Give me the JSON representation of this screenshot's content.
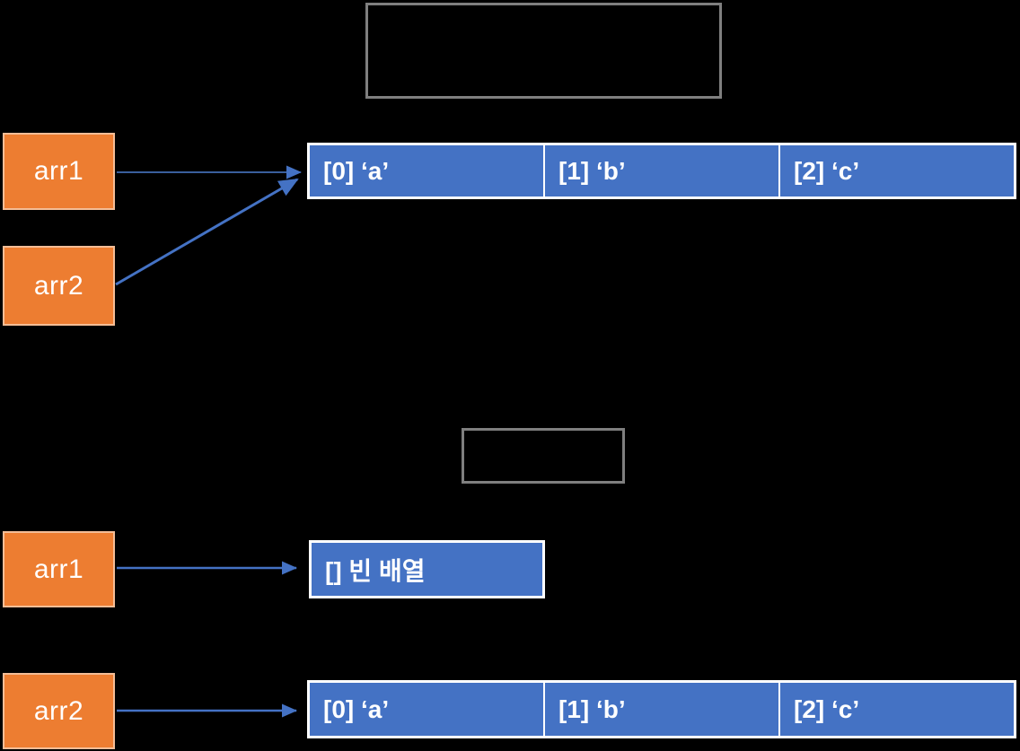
{
  "diagram": {
    "title_note": "",
    "top_section": {
      "pointer_labels": [
        "arr1",
        "arr2"
      ],
      "array_cells": [
        "[0] ‘a’",
        "[1] ‘b’",
        "[2] ‘c’"
      ]
    },
    "bottom_section": {
      "pointer_labels": [
        "arr1",
        "arr2"
      ],
      "empty_array_label": "[] 빈 배열",
      "array_cells": [
        "[0] ‘a’",
        "[1] ‘b’",
        "[2] ‘c’"
      ]
    },
    "colors": {
      "background": "#000000",
      "pointer_fill": "#ED7D31",
      "pointer_border": "#F4BD96",
      "array_fill": "#4472C4",
      "array_border": "#FFFFFF",
      "arrow": "#4472C4",
      "code_box_border": "#7F7F7F",
      "text": "#FFFFFF"
    }
  }
}
